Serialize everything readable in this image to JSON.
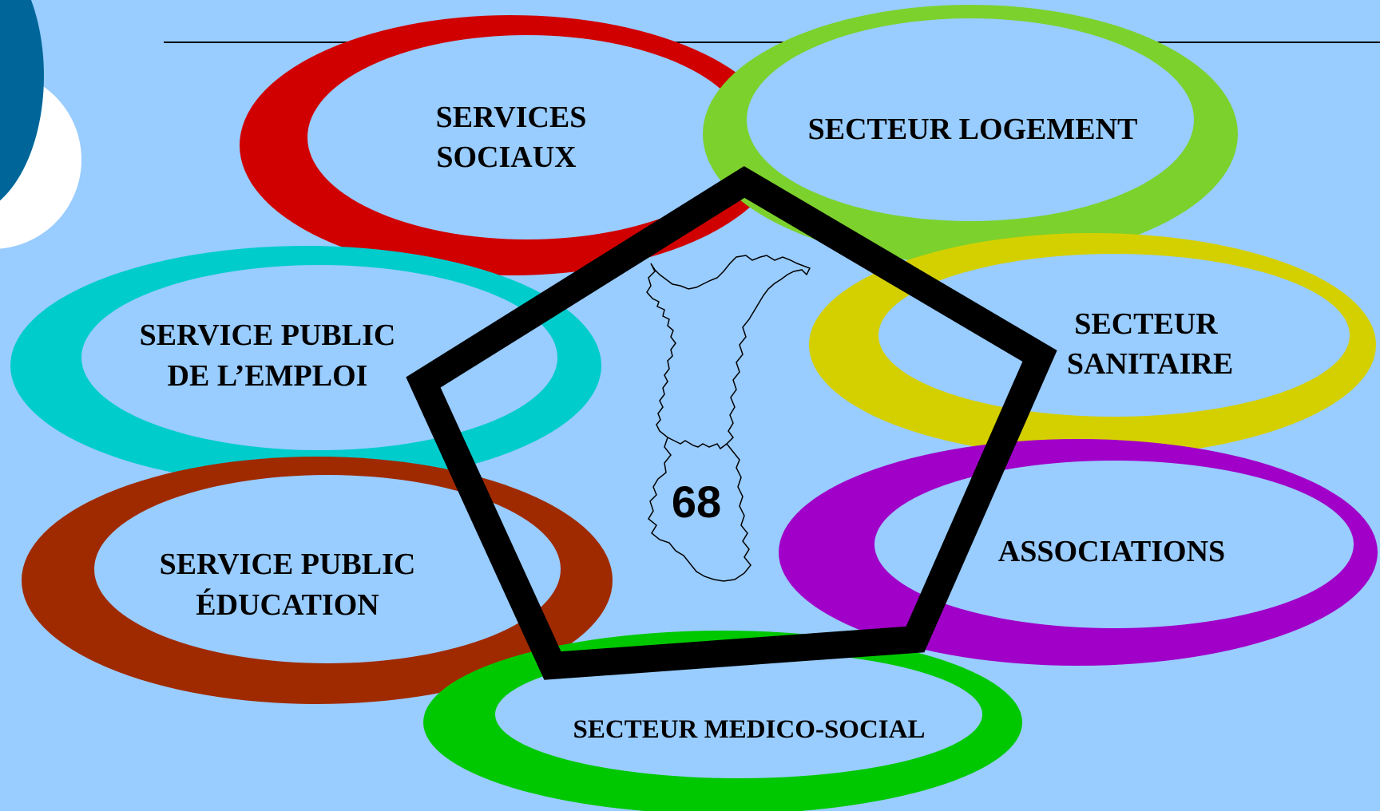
{
  "slide": {
    "background": "#99CCFF",
    "center_label": "68"
  },
  "sectors": [
    {
      "id": "services-sociaux",
      "lines": [
        "SERVICES",
        "SOCIAUX"
      ],
      "color": "#D00000",
      "shadow": "#8E0000"
    },
    {
      "id": "secteur-logement",
      "lines": [
        "SECTEUR LOGEMENT"
      ],
      "color": "#7DD12C",
      "shadow": "#4F8F1A"
    },
    {
      "id": "service-public-emploi",
      "lines": [
        "SERVICE PUBLIC",
        "DE L’EMPLOI"
      ],
      "color": "#00CCCC",
      "shadow": "#008B8B"
    },
    {
      "id": "secteur-sanitaire",
      "lines": [
        "SECTEUR",
        "SANITAIRE"
      ],
      "color": "#D4D000",
      "shadow": "#8F8A00"
    },
    {
      "id": "service-public-education",
      "lines": [
        "SERVICE PUBLIC",
        "ÉDUCATION"
      ],
      "color": "#A02A00",
      "shadow": "#6E1C00"
    },
    {
      "id": "associations",
      "lines": [
        "ASSOCIATIONS"
      ],
      "color": "#A000C8",
      "shadow": "#6A0088"
    },
    {
      "id": "secteur-medico-social",
      "lines": [
        "SECTEUR MEDICO-SOCIAL"
      ],
      "color": "#00C800",
      "shadow": "#008A00"
    }
  ]
}
